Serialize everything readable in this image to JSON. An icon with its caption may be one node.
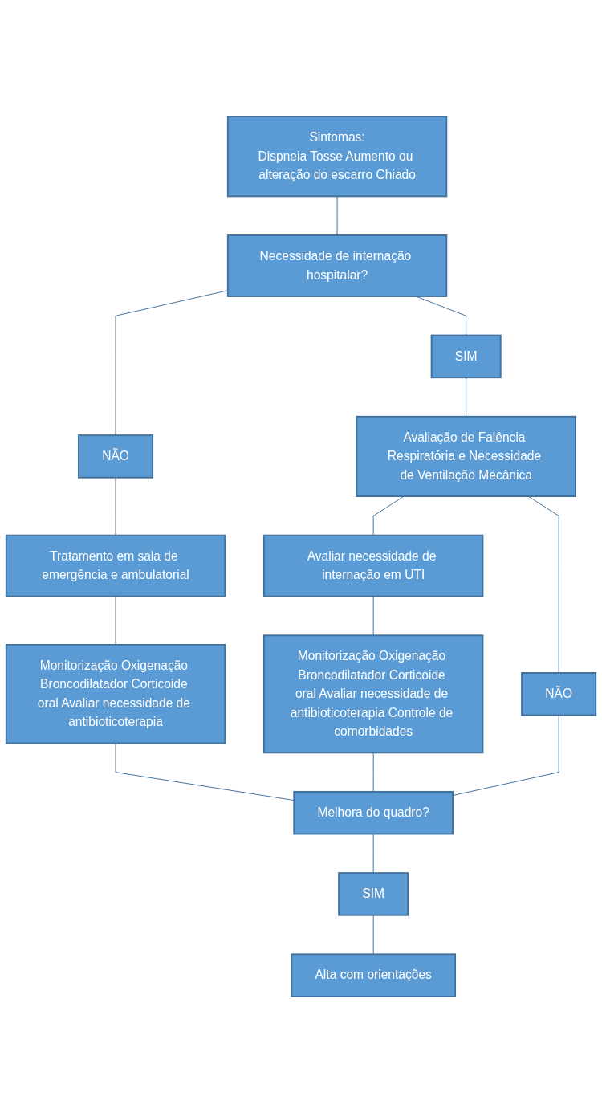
{
  "diagram": {
    "nodes": [
      {
        "text": [
          "Sintomas:",
          "Dispneia Tosse Aumento ou alteração do escarro Chiado"
        ]
      },
      {
        "text": [
          "Necessidade de internação hospitalar?"
        ]
      },
      {
        "text": [
          "SIM"
        ]
      },
      {
        "text": [
          "NÃO"
        ]
      },
      {
        "text": [
          "Avaliação de Falência Respiratória e Necessidade de Ventilação Mecânica"
        ]
      },
      {
        "text": [
          "Tratamento em sala de emergência e ambulatorial"
        ]
      },
      {
        "text": [
          "Avaliar necessidade de internação em UTI"
        ]
      },
      {
        "text": [
          "Monitorização Oxigenação Broncodilatador Corticoide oral Avaliar necessidade de antibioticoterapia"
        ]
      },
      {
        "text": [
          "Monitorização Oxigenação Broncodilatador Corticoide oral Avaliar necessidade de antibioticoterapia Controle de comorbidades"
        ]
      },
      {
        "text": [
          "NÃO"
        ]
      },
      {
        "text": [
          "Melhora do quadro?"
        ]
      },
      {
        "text": [
          "SIM"
        ]
      },
      {
        "text": [
          "Alta com orientações"
        ]
      }
    ],
    "edges": [
      {
        "from": 0,
        "to": 1,
        "arrow": "none"
      },
      {
        "from": 1,
        "to": 2,
        "arrow": "none"
      },
      {
        "from": 1,
        "to": 3,
        "arrow": "none"
      },
      {
        "from": 2,
        "to": 4,
        "arrow": "none"
      },
      {
        "from": 3,
        "to": 5,
        "arrow": "none"
      },
      {
        "from": 4,
        "to": 6,
        "arrow": "none"
      },
      {
        "from": 4,
        "to": 9,
        "arrow": "none"
      },
      {
        "from": 5,
        "to": 7,
        "arrow": "none"
      },
      {
        "from": 6,
        "to": 8,
        "arrow": "none"
      },
      {
        "from": 7,
        "to": 10,
        "arrow": "none"
      },
      {
        "from": 8,
        "to": 10,
        "arrow": "none"
      },
      {
        "from": 9,
        "to": 10,
        "arrow": "none"
      },
      {
        "from": 10,
        "to": 11,
        "arrow": "none"
      },
      {
        "from": 11,
        "to": 12,
        "arrow": "none"
      }
    ]
  }
}
